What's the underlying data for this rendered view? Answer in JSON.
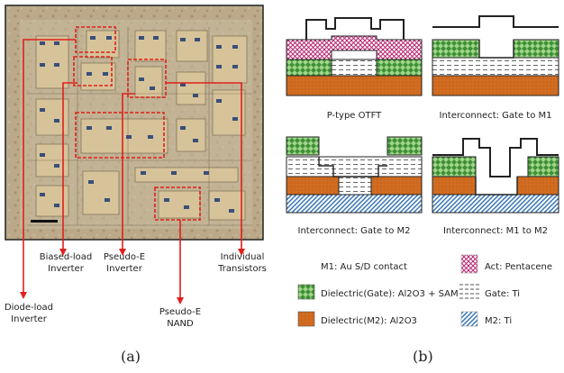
{
  "panel_a": {
    "labels": {
      "biased_load_inverter": "Biased-load\nInverter",
      "pseudo_e_inverter": "Pseudo-E\nInverter",
      "individual_transistors": "Individual\nTransistors",
      "diode_load_inverter": "Diode-load\nInverter",
      "pseudo_e_nand": "Pseudo-E\nNAND"
    },
    "caption": "(a)"
  },
  "panel_b": {
    "cross_sections": [
      {
        "label": "P-type OTFT"
      },
      {
        "label": "Interconnect: Gate to M1"
      },
      {
        "label": "Interconnect: Gate to M2"
      },
      {
        "label": "Interconnect: M1 to M2"
      }
    ],
    "legend": [
      {
        "label": "M1: Au S/D contact",
        "pattern": "m1"
      },
      {
        "label": "Act: Pentacene",
        "pattern": "pentacene"
      },
      {
        "label": "Dielectric(Gate): Al2O3 + SAM",
        "pattern": "dielectric-gate"
      },
      {
        "label": "Gate: Ti",
        "pattern": "gate-ti"
      },
      {
        "label": "Dielectric(M2): Al2O3",
        "pattern": "dielectric-m2"
      },
      {
        "label": "M2: Ti",
        "pattern": "m2-ti"
      }
    ],
    "caption": "(b)"
  },
  "colors": {
    "annotation_red": "#e0201b",
    "dielectric_gate_green": "#5aa84a",
    "dielectric_m2_orange": "#d06a1e",
    "pentacene_magenta": "#b8236f",
    "m2_blue": "#3a78b8"
  }
}
